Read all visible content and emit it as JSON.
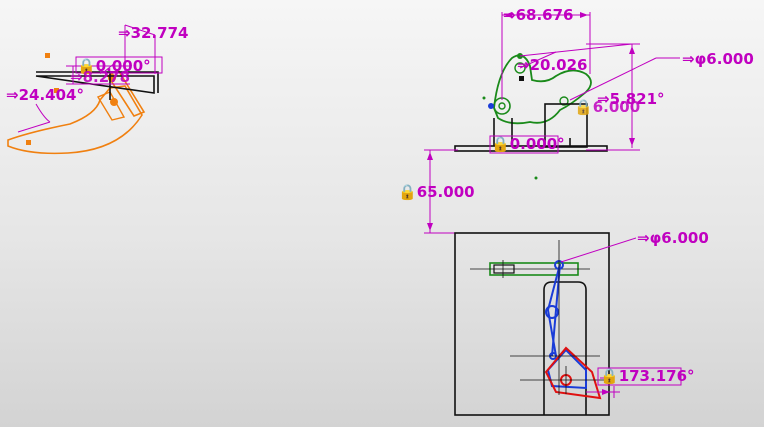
{
  "viewport": {
    "background_top": "#f6f6f6",
    "background_bottom": "#d3d3d3"
  },
  "colors": {
    "dimension": "#c000c0",
    "orange_part": "#f08010",
    "green_part": "#1a8a1a",
    "blue_part": "#1a3cd8",
    "red_part": "#e01010",
    "black_part": "#111111"
  },
  "dimensions": {
    "d1": {
      "prefix": "⇒",
      "value": "32.774"
    },
    "d2": {
      "prefix": "🔒",
      "value": "0.000°"
    },
    "d3": {
      "prefix": "⇒",
      "value": "8.278"
    },
    "d4": {
      "prefix": "⇒",
      "value": "24.404°"
    },
    "d5": {
      "prefix": "⇒",
      "value": "68.676"
    },
    "d6": {
      "prefix": "⇒",
      "value": "20.026"
    },
    "d7": {
      "prefix": "⇒",
      "value": "φ6.000"
    },
    "d8": {
      "prefix": "⇒",
      "value": "5.821°"
    },
    "d9": {
      "prefix": "🔒",
      "value": "6.000"
    },
    "d10": {
      "prefix": "🔒",
      "value": "0.000°"
    },
    "d11": {
      "prefix": "🔒",
      "value": "65.000"
    },
    "d12": {
      "prefix": "⇒",
      "value": "φ6.000"
    },
    "d13": {
      "prefix": "🔒",
      "value": "173.176°"
    }
  }
}
